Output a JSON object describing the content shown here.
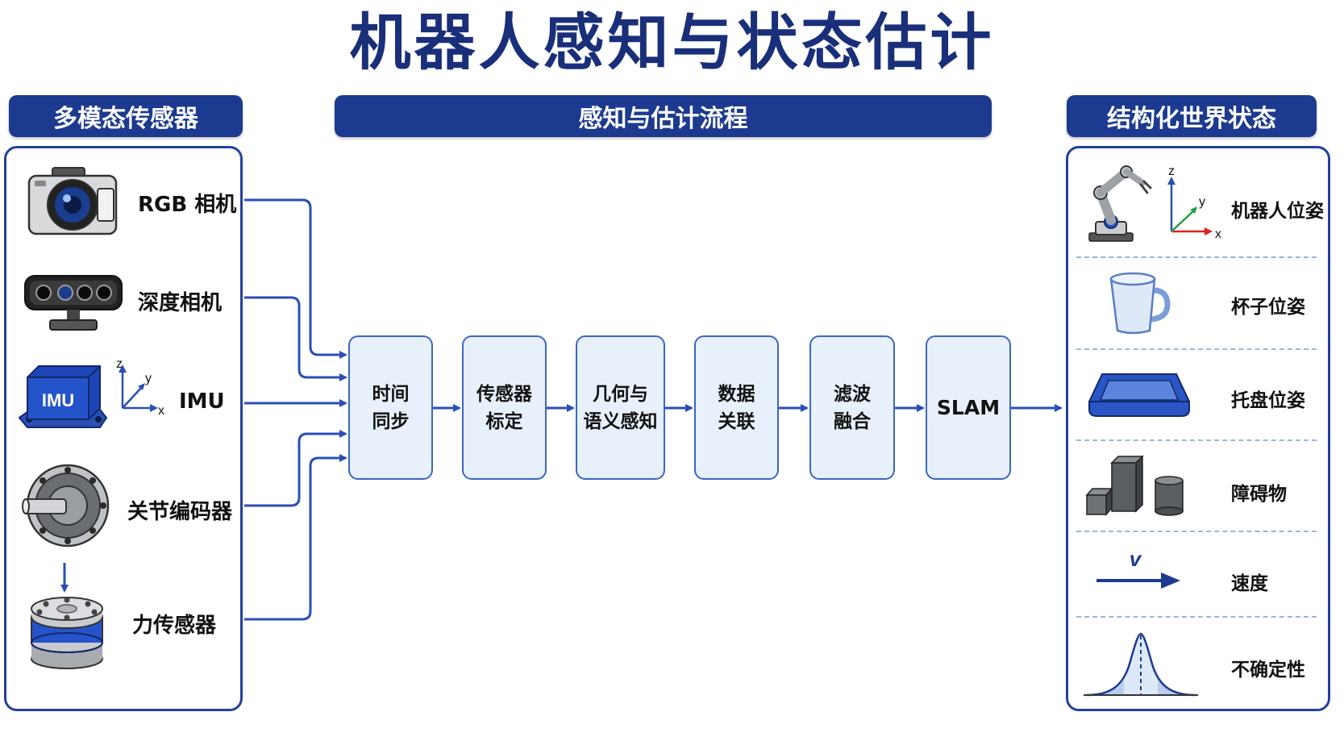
{
  "title": "机器人感知与状态估计",
  "sections": {
    "sensors_header": "多模态传感器",
    "pipeline_header": "感知与估计流程",
    "outputs_header": "结构化世界状态"
  },
  "sensors": [
    {
      "label": "RGB 相机",
      "icon": "camera-icon"
    },
    {
      "label": "深度相机",
      "icon": "depth-camera-icon"
    },
    {
      "label": "IMU",
      "icon": "imu-icon",
      "badge": "IMU",
      "axes": {
        "x": "x",
        "y": "y",
        "z": "z"
      }
    },
    {
      "label": "关节编码器",
      "icon": "encoder-icon"
    },
    {
      "label": "力传感器",
      "icon": "force-sensor-icon"
    }
  ],
  "pipeline": [
    {
      "label": "时间\n同步"
    },
    {
      "label": "传感器\n标定"
    },
    {
      "label": "几何与\n语义感知"
    },
    {
      "label": "数据\n关联"
    },
    {
      "label": "滤波\n融合"
    },
    {
      "label": "SLAM"
    }
  ],
  "outputs": [
    {
      "label": "机器人位姿",
      "icon": "robot-arm-icon",
      "axes": {
        "x": "x",
        "y": "y",
        "z": "z"
      }
    },
    {
      "label": "杯子位姿",
      "icon": "cup-icon"
    },
    {
      "label": "托盘位姿",
      "icon": "tray-icon"
    },
    {
      "label": "障碍物",
      "icon": "obstacles-icon"
    },
    {
      "label": "速度",
      "icon": "velocity-arrow-icon",
      "symbol": "v"
    },
    {
      "label": "不确定性",
      "icon": "gaussian-curve-icon"
    }
  ],
  "colors": {
    "navy": "#1c3a8f",
    "border": "#2340a0",
    "arrow": "#2a4fb4",
    "step_fill": "#e7f0fb",
    "step_border": "#3b66c4"
  }
}
